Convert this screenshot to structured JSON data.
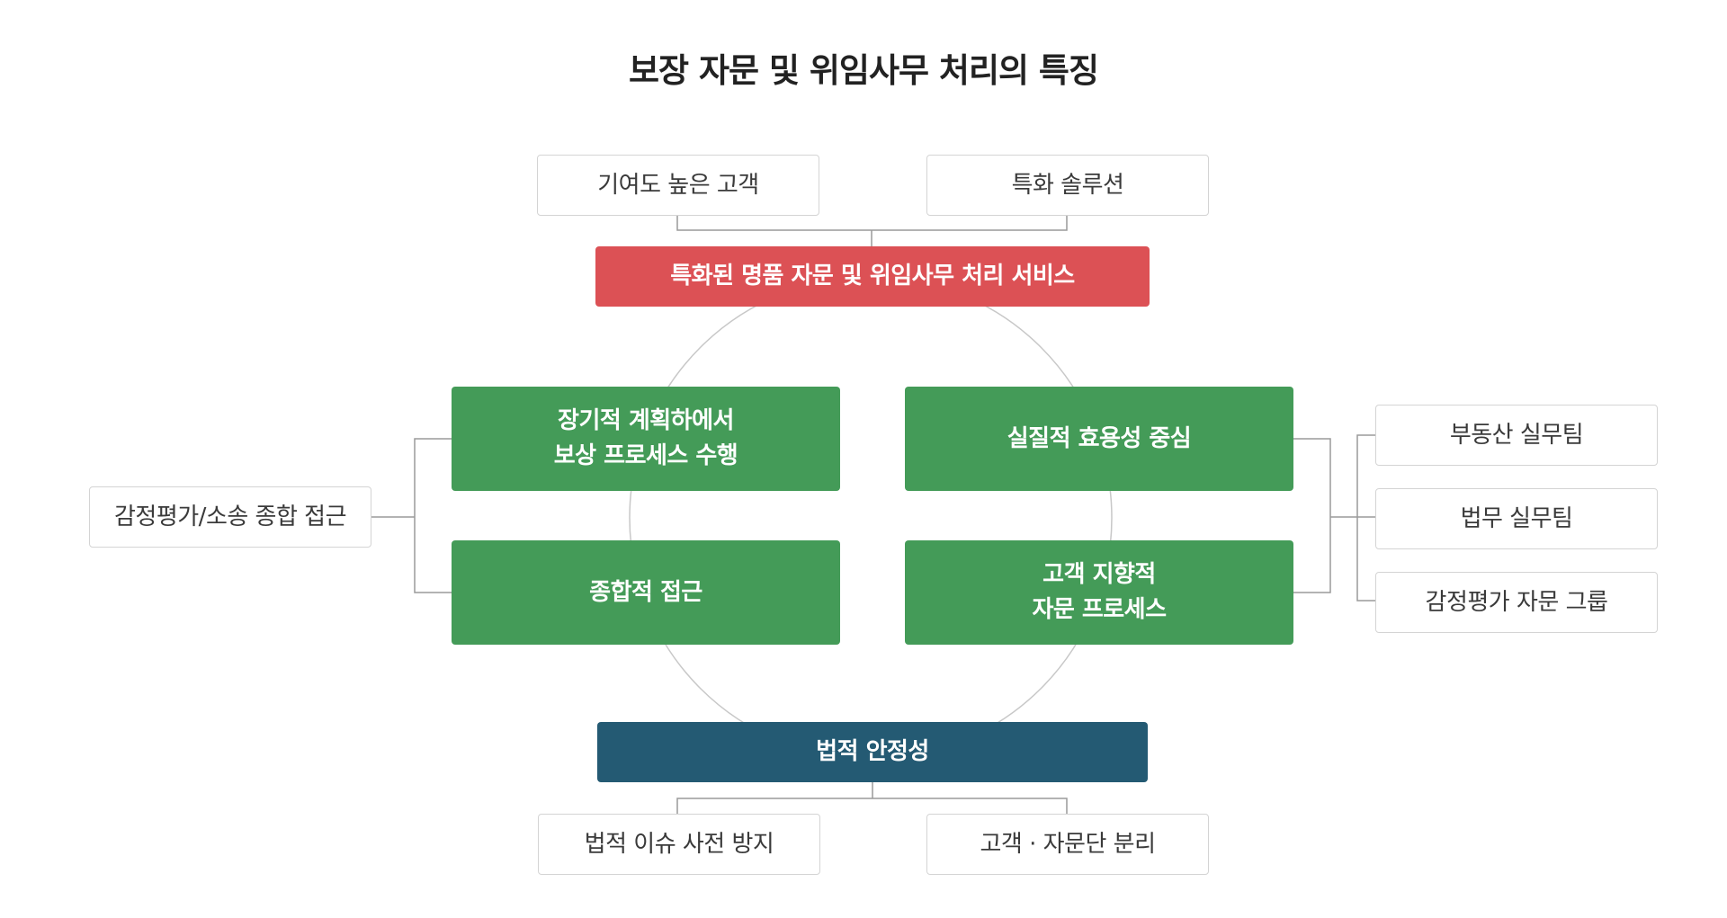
{
  "title": "보장 자문 및 위임사무 처리의 특징",
  "colors": {
    "red": "#dc5155",
    "green": "#449b58",
    "navy": "#245a73",
    "border": "#d4d4d4",
    "line": "#9a9a9a"
  },
  "top": {
    "left_label": "기여도 높은 고객",
    "right_label": "특화 솔루션",
    "banner": "특화된 명품 자문 및 위임사무 처리 서비스"
  },
  "left": {
    "side_label": "감정평가/소송 종합 접근",
    "box1_line1": "장기적 계획하에서",
    "box1_line2": "보상 프로세스 수행",
    "box2": "종합적 접근"
  },
  "right": {
    "box1": "실질적 효용성 중심",
    "box2_line1": "고객 지향적",
    "box2_line2": "자문 프로세스",
    "items": [
      "부동산 실무팀",
      "법무 실무팀",
      "감정평가 자문 그룹"
    ]
  },
  "bottom": {
    "banner": "법적 안정성",
    "left_label": "법적 이슈 사전 방지",
    "right_label": "고객 · 자문단 분리"
  }
}
